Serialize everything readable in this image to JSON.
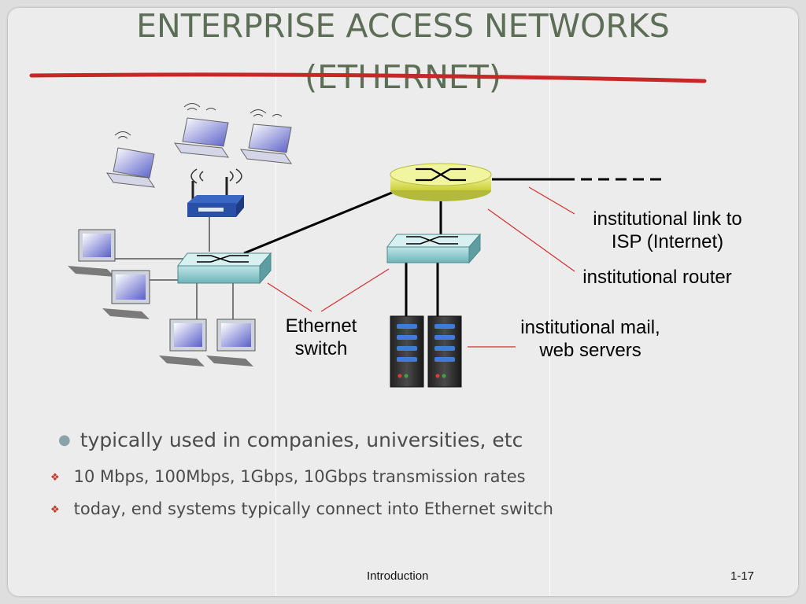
{
  "slide": {
    "title_line1": "ENTERPRISE ACCESS NETWORKS",
    "title_line2": "(ETHERNET)",
    "labels": {
      "link": [
        "institutional link to",
        "ISP (Internet)"
      ],
      "router": "institutional router",
      "servers": [
        "institutional mail,",
        "web servers"
      ],
      "switch": [
        "Ethernet",
        "switch"
      ]
    },
    "bullets": {
      "main": "typically used in companies, universities, etc",
      "sub": [
        "10 Mbps, 100Mbps, 1Gbps, 10Gbps transmission rates",
        "today, end systems typically connect into Ethernet switch"
      ]
    },
    "footer": {
      "center": "Introduction",
      "page": "1-17"
    }
  },
  "colors": {
    "title": "#5d6e57",
    "accent_red": "#c0392b",
    "switch_teal": "#9fd4d6",
    "router_yellow": "#e5ea6a"
  }
}
